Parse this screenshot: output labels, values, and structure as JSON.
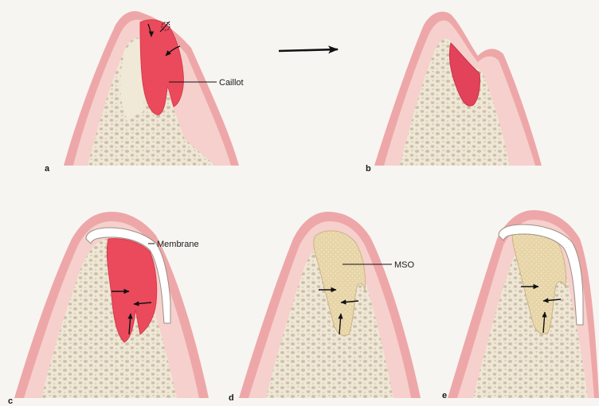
{
  "panels": [
    {
      "id": "a",
      "letter": "a"
    },
    {
      "id": "b",
      "letter": "b"
    },
    {
      "id": "c",
      "letter": "c"
    },
    {
      "id": "d",
      "letter": "d"
    },
    {
      "id": "e",
      "letter": "e"
    }
  ],
  "labels": {
    "clot": "Caillot",
    "membrane": "Membrane",
    "graft": "MSO"
  },
  "colors": {
    "background": "#f7f5f1",
    "gum_outer": "#eea7a8",
    "gum_inner": "#f6d0cd",
    "bone": "#efe7d6",
    "trabecular": "#cdbfa8",
    "clot": "#ea4a5c",
    "graft": "#e7d5a8",
    "membrane": "#ffffff",
    "arrow": "#111111"
  }
}
